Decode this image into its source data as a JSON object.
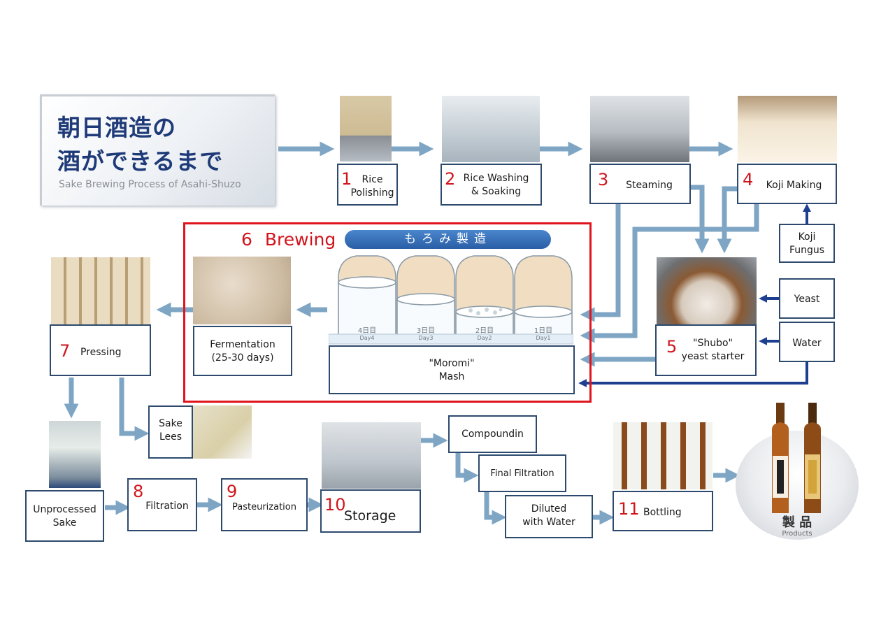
{
  "header": {
    "title_line1": "朝日酒造の",
    "title_line2": "酒ができるまで",
    "subtitle": "Sake Brewing Process of Asahi-Shuzo"
  },
  "steps": {
    "s1": {
      "num": "1",
      "label": "Rice\nPolishing"
    },
    "s2": {
      "num": "2",
      "label": "Rice Washing\n& Soaking"
    },
    "s3": {
      "num": "3",
      "label": "Steaming"
    },
    "s4": {
      "num": "4",
      "label": "Koji Making"
    },
    "s5": {
      "num": "5",
      "label": "\"Shubo\"\nyeast starter"
    },
    "s6": {
      "num": "6",
      "label": "Brewing"
    },
    "s7": {
      "num": "7",
      "label": "Pressing"
    },
    "s8": {
      "num": "8",
      "label": "Filtration"
    },
    "s9": {
      "num": "9",
      "label": "Pasteurization"
    },
    "s10": {
      "num": "10",
      "label": "Storage"
    },
    "s11": {
      "num": "11",
      "label": "Bottling"
    }
  },
  "inputs": {
    "koji_fungus": "Koji\nFungus",
    "yeast": "Yeast",
    "water": "Water"
  },
  "brewing": {
    "banner": "もろみ製造",
    "fermentation": "Fermentation\n(25-30 days)",
    "moromi": "\"Moromi\"\nMash",
    "tanks": [
      {
        "day_jp": "4日目",
        "day_en": "Day4"
      },
      {
        "day_jp": "3日目",
        "day_en": "Day3"
      },
      {
        "day_jp": "2日目",
        "day_en": "Day2"
      },
      {
        "day_jp": "1日目",
        "day_en": "Day1"
      }
    ]
  },
  "bottom": {
    "sake_lees": "Sake\nLees",
    "unprocessed": "Unprocessed\nSake",
    "compounding": "Compoundin",
    "final_filtration": "Final Filtration",
    "diluted": "Diluted\nwith Water",
    "products_jp": "製 品",
    "products_en": "Products"
  },
  "colors": {
    "arrow": "#7ea6c4",
    "arrow_dark": "#1e3f8f",
    "box_border": "#2d4a6e",
    "step_number": "#d0141c",
    "brewing_frame": "#e0141c",
    "banner": "#2f6db5"
  }
}
